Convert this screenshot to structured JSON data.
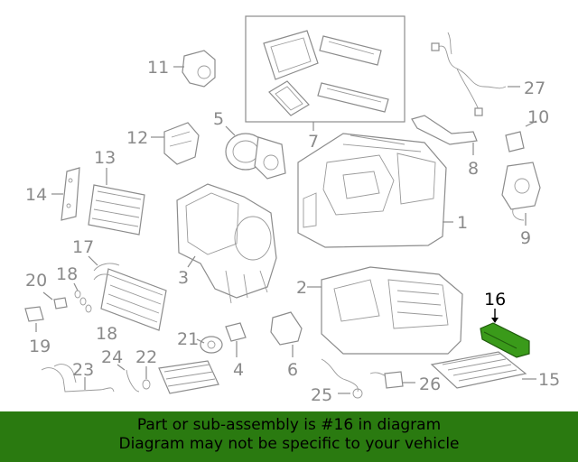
{
  "diagram": {
    "callouts": {
      "c1": "1",
      "c2": "2",
      "c3": "3",
      "c4": "4",
      "c5": "5",
      "c6": "6",
      "c7": "7",
      "c8": "8",
      "c9": "9",
      "c10": "10",
      "c11": "11",
      "c12": "12",
      "c13": "13",
      "c14": "14",
      "c15": "15",
      "c16": "16",
      "c17": "17",
      "c18a": "18",
      "c18b": "18",
      "c19": "19",
      "c20": "20",
      "c21": "21",
      "c22": "22",
      "c23": "23",
      "c24": "24",
      "c25": "25",
      "c26": "26",
      "c27": "27"
    },
    "highlighted_part": "16",
    "colors": {
      "line_art": "#8c8c8c",
      "highlight_part": "#3a9a1a",
      "banner": "#2a7a10"
    }
  },
  "banner": {
    "line1": "Part or sub-assembly is #16 in diagram",
    "line2": "Diagram may not be specific to your vehicle"
  }
}
